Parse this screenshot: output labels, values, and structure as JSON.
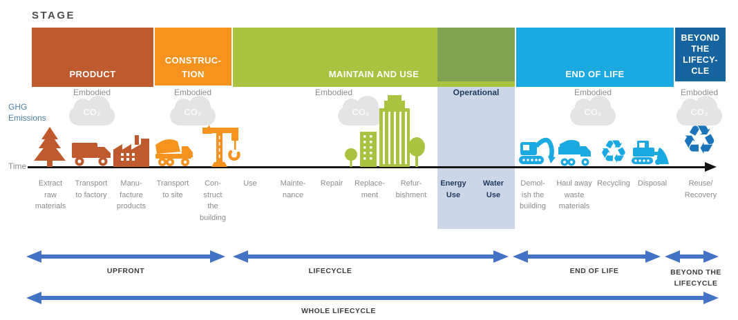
{
  "heading": "STAGE",
  "colors": {
    "product": "#bf5a2e",
    "construction": "#f6921e",
    "maintain_and_use": "#a9c23f",
    "operational_band": "#7fa351",
    "operational_column": "#cbd7e9",
    "end_of_life": "#1ba9e1",
    "beyond_lifecycle": "#15649f",
    "phase_arrow": "#4472c4",
    "cloud": "#e4e4e4",
    "gray_text": "#8c8c8c",
    "navy_text": "#21395f",
    "ghg_text": "#4e7fa3",
    "reuse_icon": "#1b74ba",
    "axis": "#141414"
  },
  "stages": [
    {
      "name": "product",
      "label": "PRODUCT",
      "emission_label": "Embodied"
    },
    {
      "name": "construction",
      "label": "CONSTRUC-\nTION",
      "emission_label": "Embodied"
    },
    {
      "name": "maintain-and-use",
      "label": "MAINTAIN AND USE",
      "emission_label": "Embodied",
      "operational": {
        "label": "Operational"
      }
    },
    {
      "name": "end-of-life",
      "label": "END OF LIFE",
      "emission_label": "Embodied"
    },
    {
      "name": "beyond-the-lifecycle",
      "label": "BEYOND\nTHE\nLIFECY-\nCLE",
      "emission_label": "Embodied"
    }
  ],
  "axis": {
    "ghg_label": "GHG\nEmissions",
    "time_label": "Time",
    "co2": "CO₂"
  },
  "icons": [
    "pine-tree",
    "box-truck",
    "factory",
    "dump-truck",
    "tower-crane",
    "city-buildings",
    "excavator",
    "haul-truck",
    "recycling-symbol",
    "bulldozer",
    "reuse-recycling-symbol"
  ],
  "recycle_glyph": "♻",
  "timeline": {
    "items": [
      {
        "label": "Extract\nraw\nmaterials"
      },
      {
        "label": "Transport\nto factory"
      },
      {
        "label": "Manu-\nfacture\nproducts"
      },
      {
        "label": "Transport\nto site"
      },
      {
        "label": "Con-\nstruct\nthe\nbuilding"
      },
      {
        "label": "Use"
      },
      {
        "label": "Mainte-\nnance"
      },
      {
        "label": "Repair"
      },
      {
        "label": "Replace-\nment"
      },
      {
        "label": "Refur-\nbishment"
      },
      {
        "label": "Energy\nUse",
        "highlight": true
      },
      {
        "label": "Water\nUse",
        "highlight": true
      },
      {
        "label": "Demol-\nish the\nbuilding"
      },
      {
        "label": "Haul away\nwaste\nmaterials"
      },
      {
        "label": "Recycling"
      },
      {
        "label": "Disposal"
      },
      {
        "label": "Reuse/\nRecovery"
      }
    ]
  },
  "phases": {
    "upfront": "UPFRONT",
    "lifecycle": "LIFECYCLE",
    "end_of_life": "END OF LIFE",
    "beyond": "BEYOND THE\nLIFECYCLE",
    "whole": "WHOLE LIFECYCLE"
  }
}
